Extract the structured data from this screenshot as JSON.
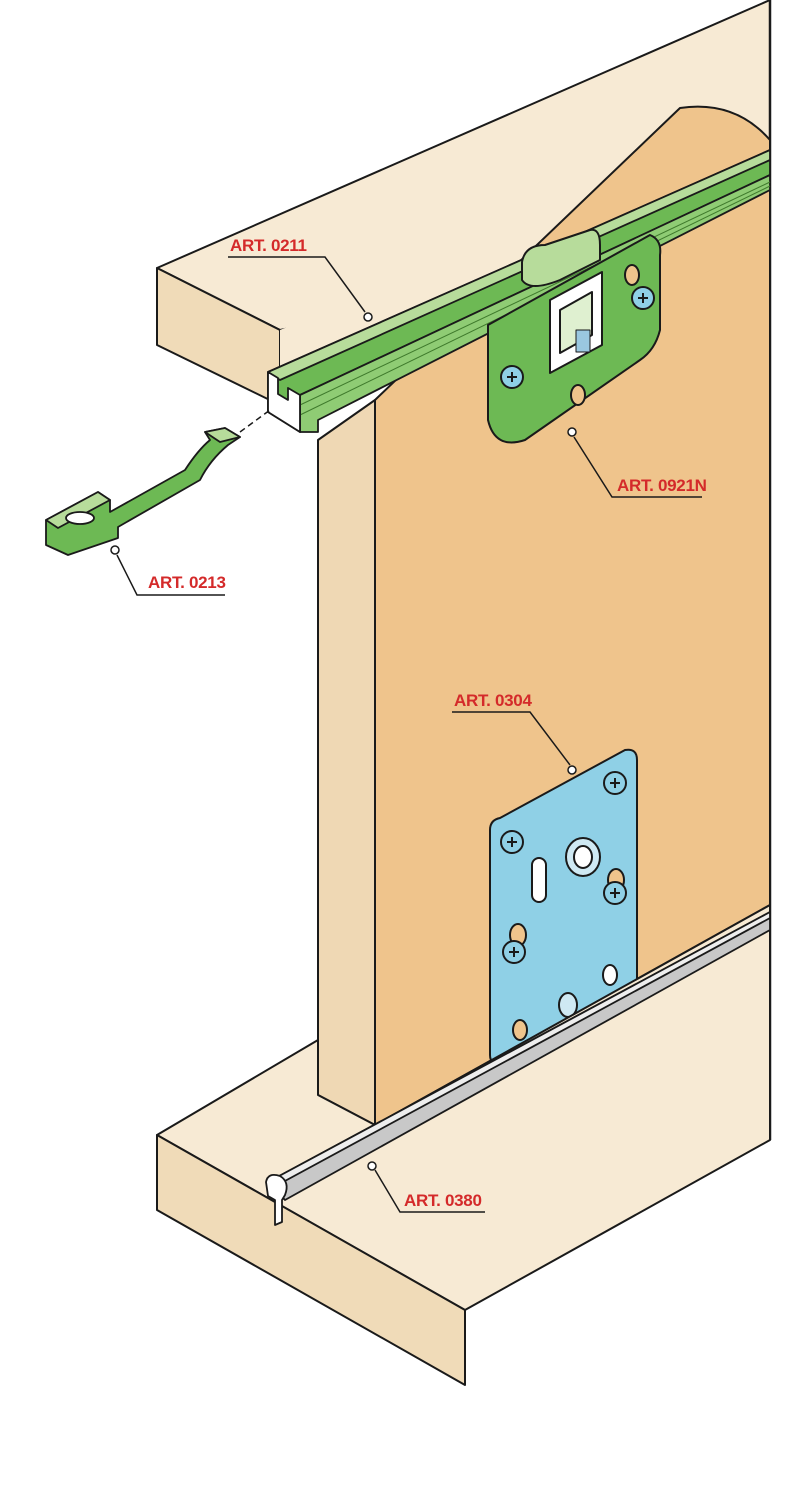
{
  "colors": {
    "label_red": "#d42a2a",
    "wood_light": "#f7ead4",
    "wood_face": "#f3d9ad",
    "wood_side": "#efd8b4",
    "door_face": "#efc48c",
    "hardware_green": "#6db954",
    "hardware_green_light": "#b7dc9b",
    "plate_blue": "#8fd0e6",
    "rail_grey": "#c8c8c8",
    "outline": "#1a1a1a"
  },
  "labels": {
    "art_0211": "ART. 0211",
    "art_0921n": "ART. 0921N",
    "art_0213": "ART. 0213",
    "art_0304": "ART. 0304",
    "art_0380": "ART. 0380"
  }
}
